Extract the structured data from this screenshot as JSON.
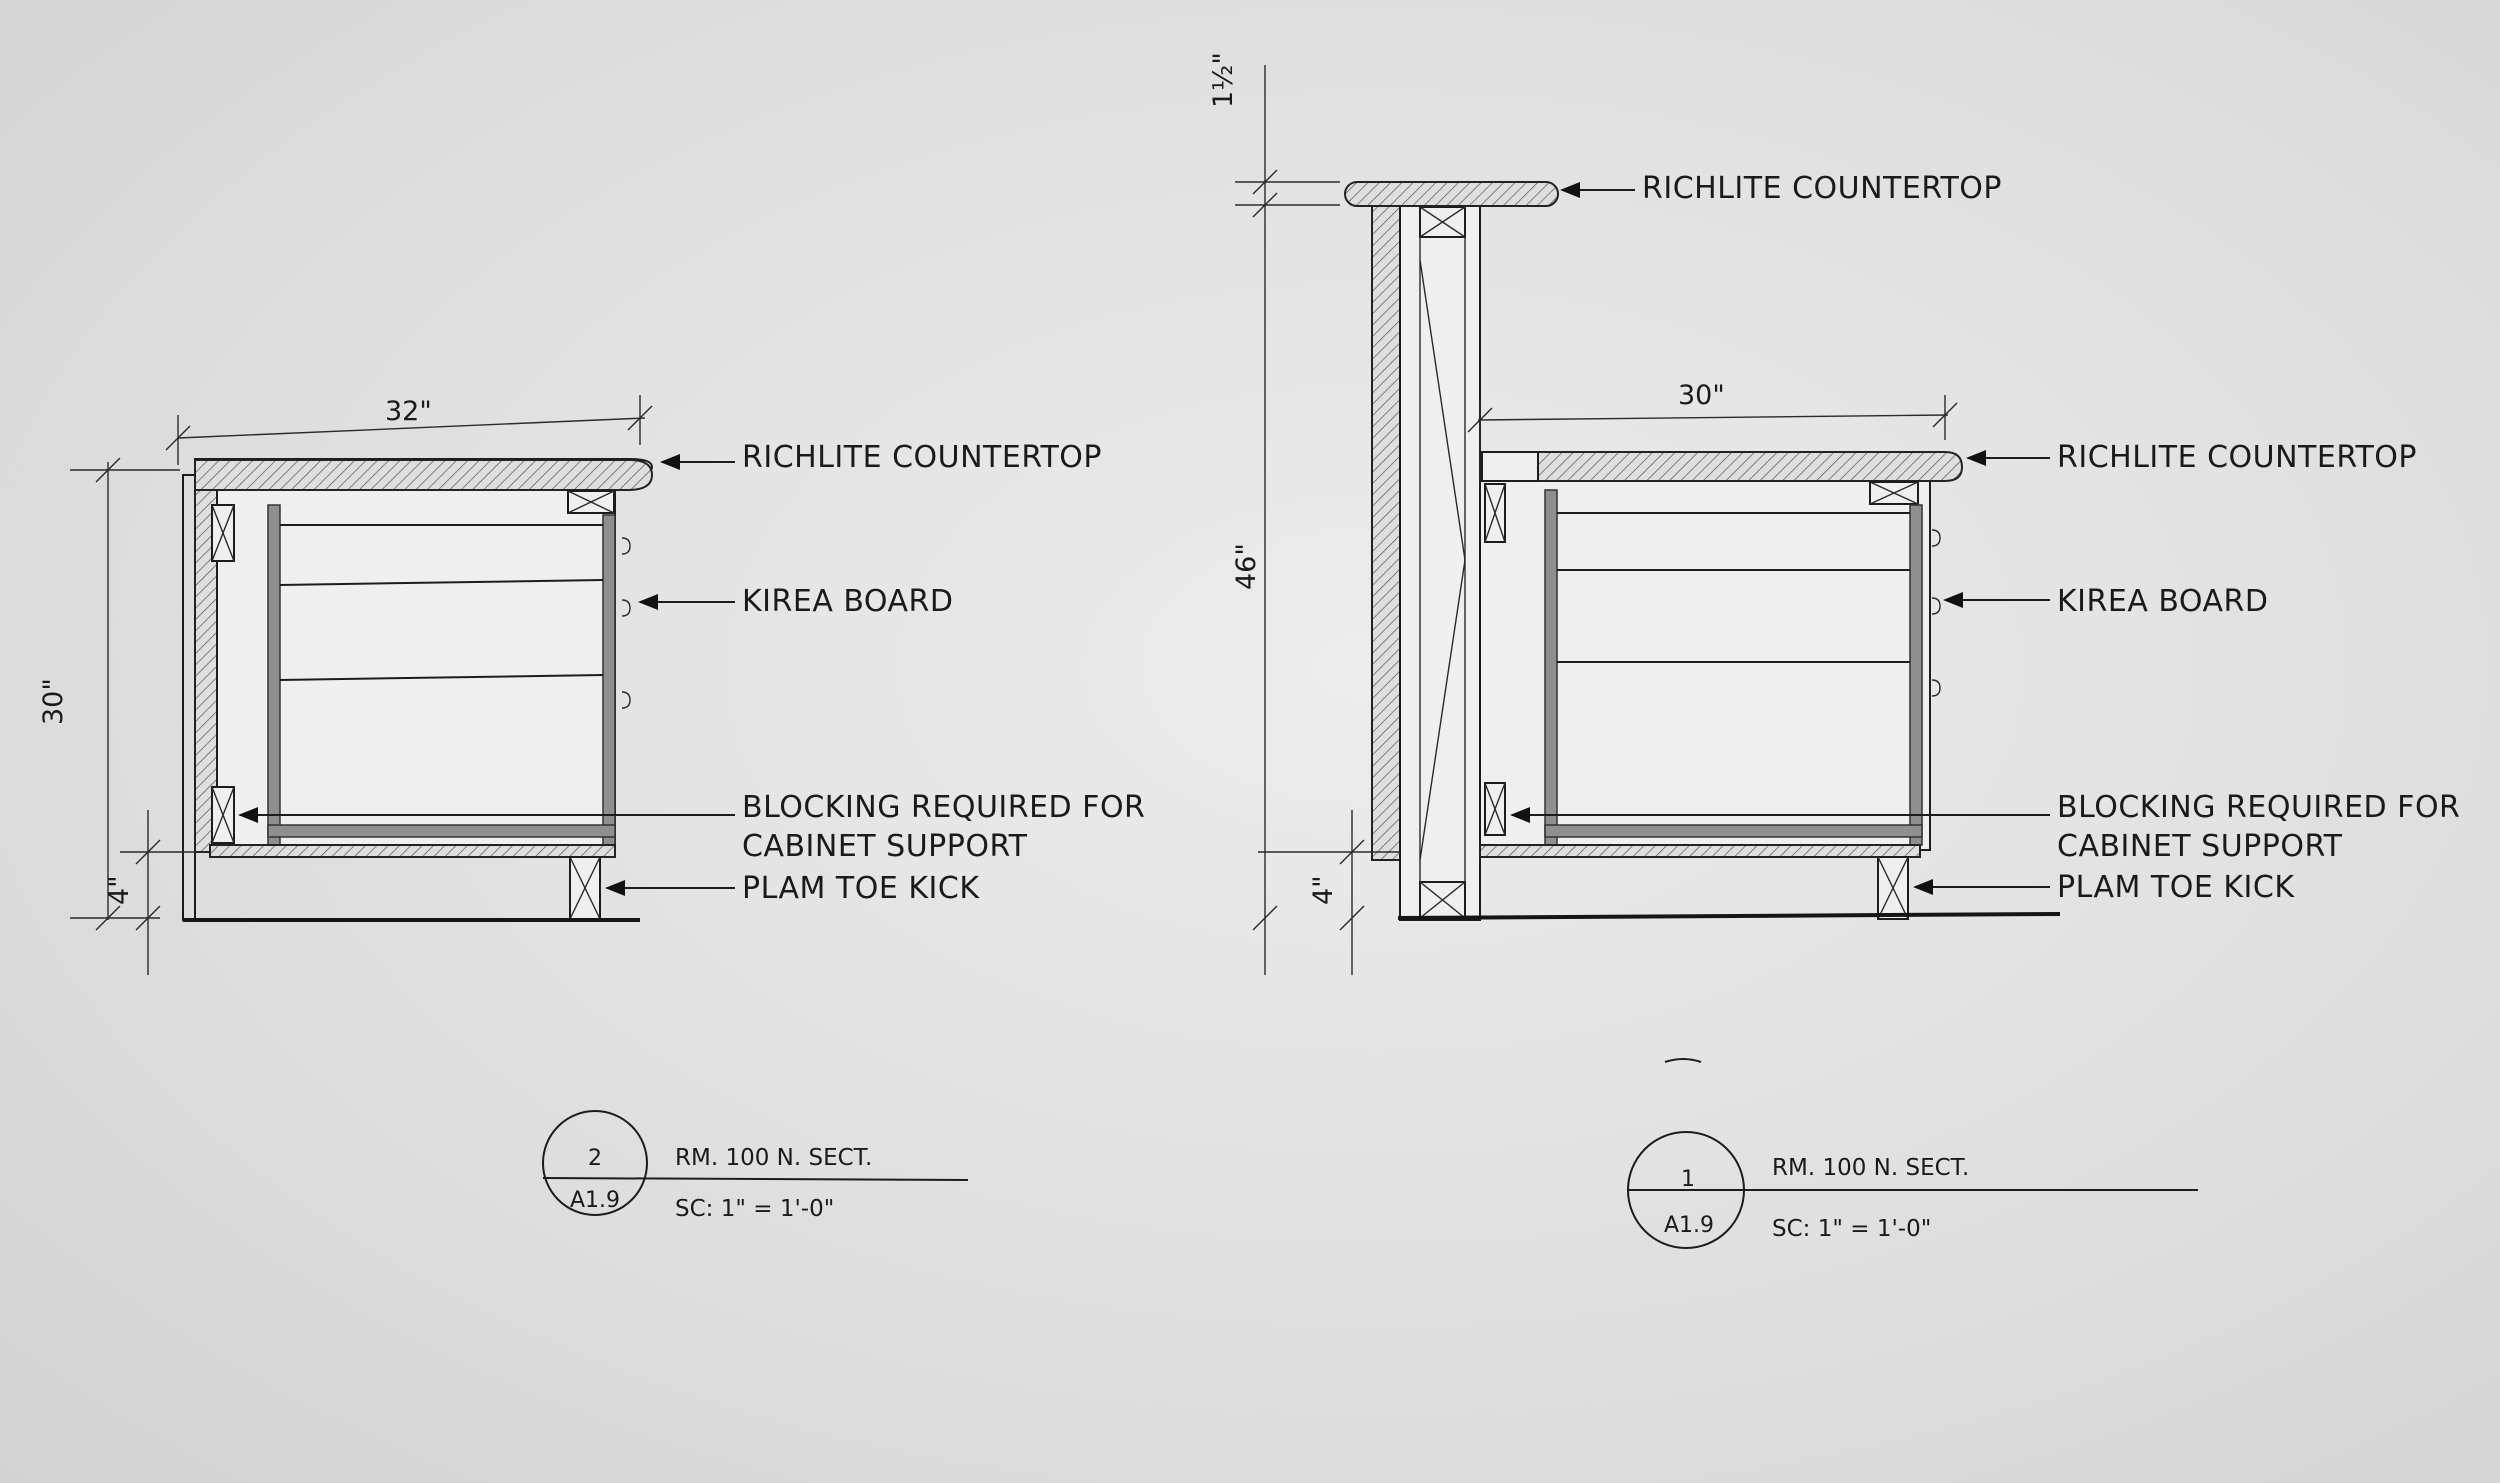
{
  "section_2": {
    "dim_width": "32\"",
    "dim_height": "30\"",
    "dim_toe": "4\"",
    "note_countertop": "RICHLITE COUNTERTOP",
    "note_board": "KIREA BOARD",
    "note_blocking_1": "BLOCKING REQUIRED FOR",
    "note_blocking_2": "CABINET SUPPORT",
    "note_toe": "PLAM TOE KICK",
    "tag_number": "2",
    "tag_sheet": "A1.9",
    "title": "RM. 100 N. SECT.",
    "scale": "SC: 1\" = 1'-0\""
  },
  "section_1": {
    "dim_top": "1½\"",
    "dim_width": "30\"",
    "dim_height": "46\"",
    "dim_toe": "4\"",
    "note_top_countertop": "RICHLITE COUNTERTOP",
    "note_countertop": "RICHLITE COUNTERTOP",
    "note_board": "KIREA BOARD",
    "note_blocking_1": "BLOCKING REQUIRED FOR",
    "note_blocking_2": "CABINET SUPPORT",
    "note_toe": "PLAM TOE KICK",
    "tag_number": "1",
    "tag_sheet": "A1.9",
    "title": "RM. 100 N. SECT.",
    "scale": "SC: 1\" = 1'-0\""
  }
}
